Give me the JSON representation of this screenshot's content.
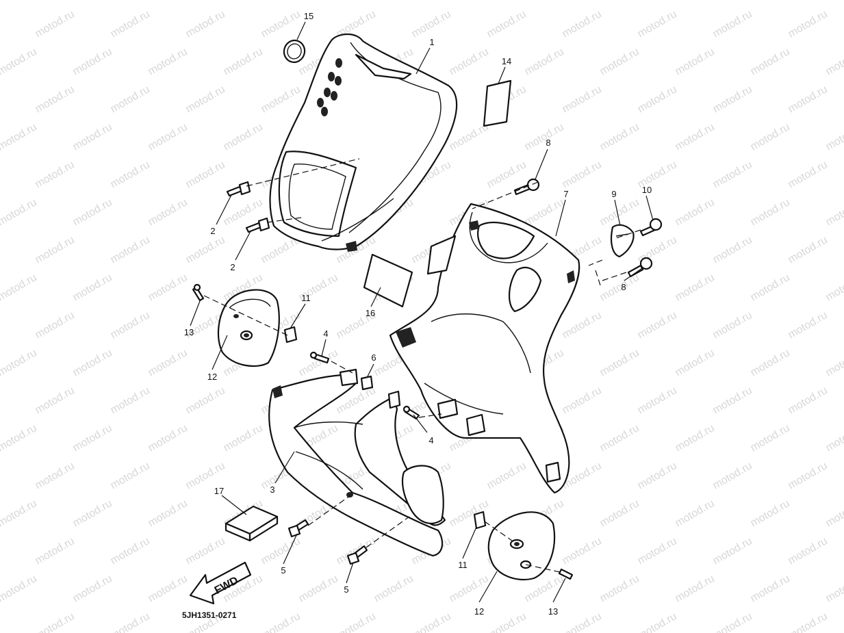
{
  "diagram": {
    "drawing_code": "5JH1351-0271",
    "fwd_label": "FWD",
    "watermark": "motod.ru",
    "callouts": [
      "15",
      "1",
      "14",
      "2",
      "2",
      "8",
      "7",
      "9",
      "10",
      "8",
      "11",
      "13",
      "12",
      "16",
      "4",
      "6",
      "4",
      "3",
      "17",
      "5",
      "5",
      "11",
      "12",
      "13"
    ]
  }
}
